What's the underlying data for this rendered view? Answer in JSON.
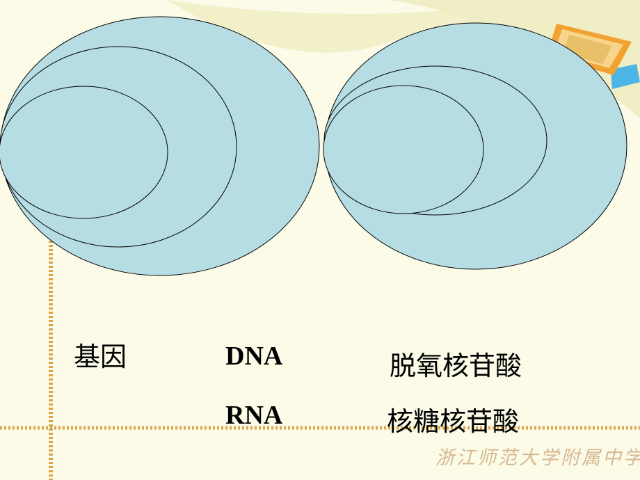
{
  "labels": {
    "gene": "基因",
    "dna": "DNA",
    "deoxyribonucleotide": "脱氧核苷酸",
    "rna": "RNA",
    "ribonucleotide": "核糖核苷酸"
  },
  "footer": {
    "school": "浙江师范大学附属中学"
  },
  "colors": {
    "background": "#fbfbe8",
    "ellipse_fill": "#b6dde3",
    "ellipse_stroke": "#000000",
    "border_dots": "#d9a449",
    "footer_text": "#d6b891",
    "top_swoosh": "#f1f0c9"
  }
}
